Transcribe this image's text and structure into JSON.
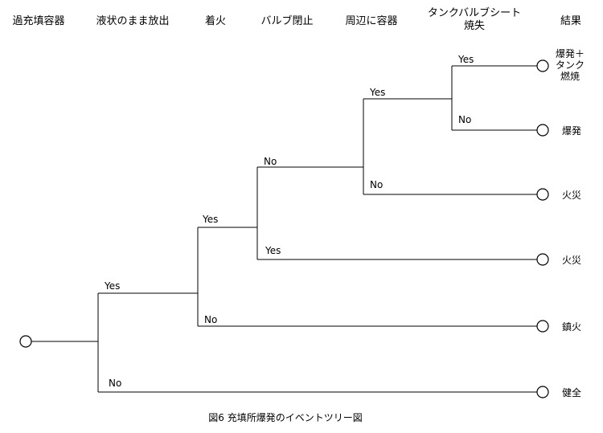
{
  "headers": {
    "h0": "過充填容器",
    "h1": "液状のまま放出",
    "h2": "着火",
    "h3": "バルブ閉止",
    "h4": "周辺に容器",
    "h5": "タンクバルブシート\n焼失",
    "h6": "結果"
  },
  "branches": {
    "b1_yes": "Yes",
    "b1_no": "No",
    "b2_yes": "Yes",
    "b2_no": "No",
    "b3_no": "No",
    "b3_yes": "Yes",
    "b4_yes": "Yes",
    "b4_no": "No",
    "b5_yes": "Yes",
    "b5_no": "No"
  },
  "outcomes": {
    "o1": "爆発＋\nタンク\n燃焼",
    "o2": "爆発",
    "o3": "火災",
    "o4": "火災",
    "o5": "鎮火",
    "o6": "健全"
  },
  "caption": "図6  充填所爆発のイベントツリー図"
}
